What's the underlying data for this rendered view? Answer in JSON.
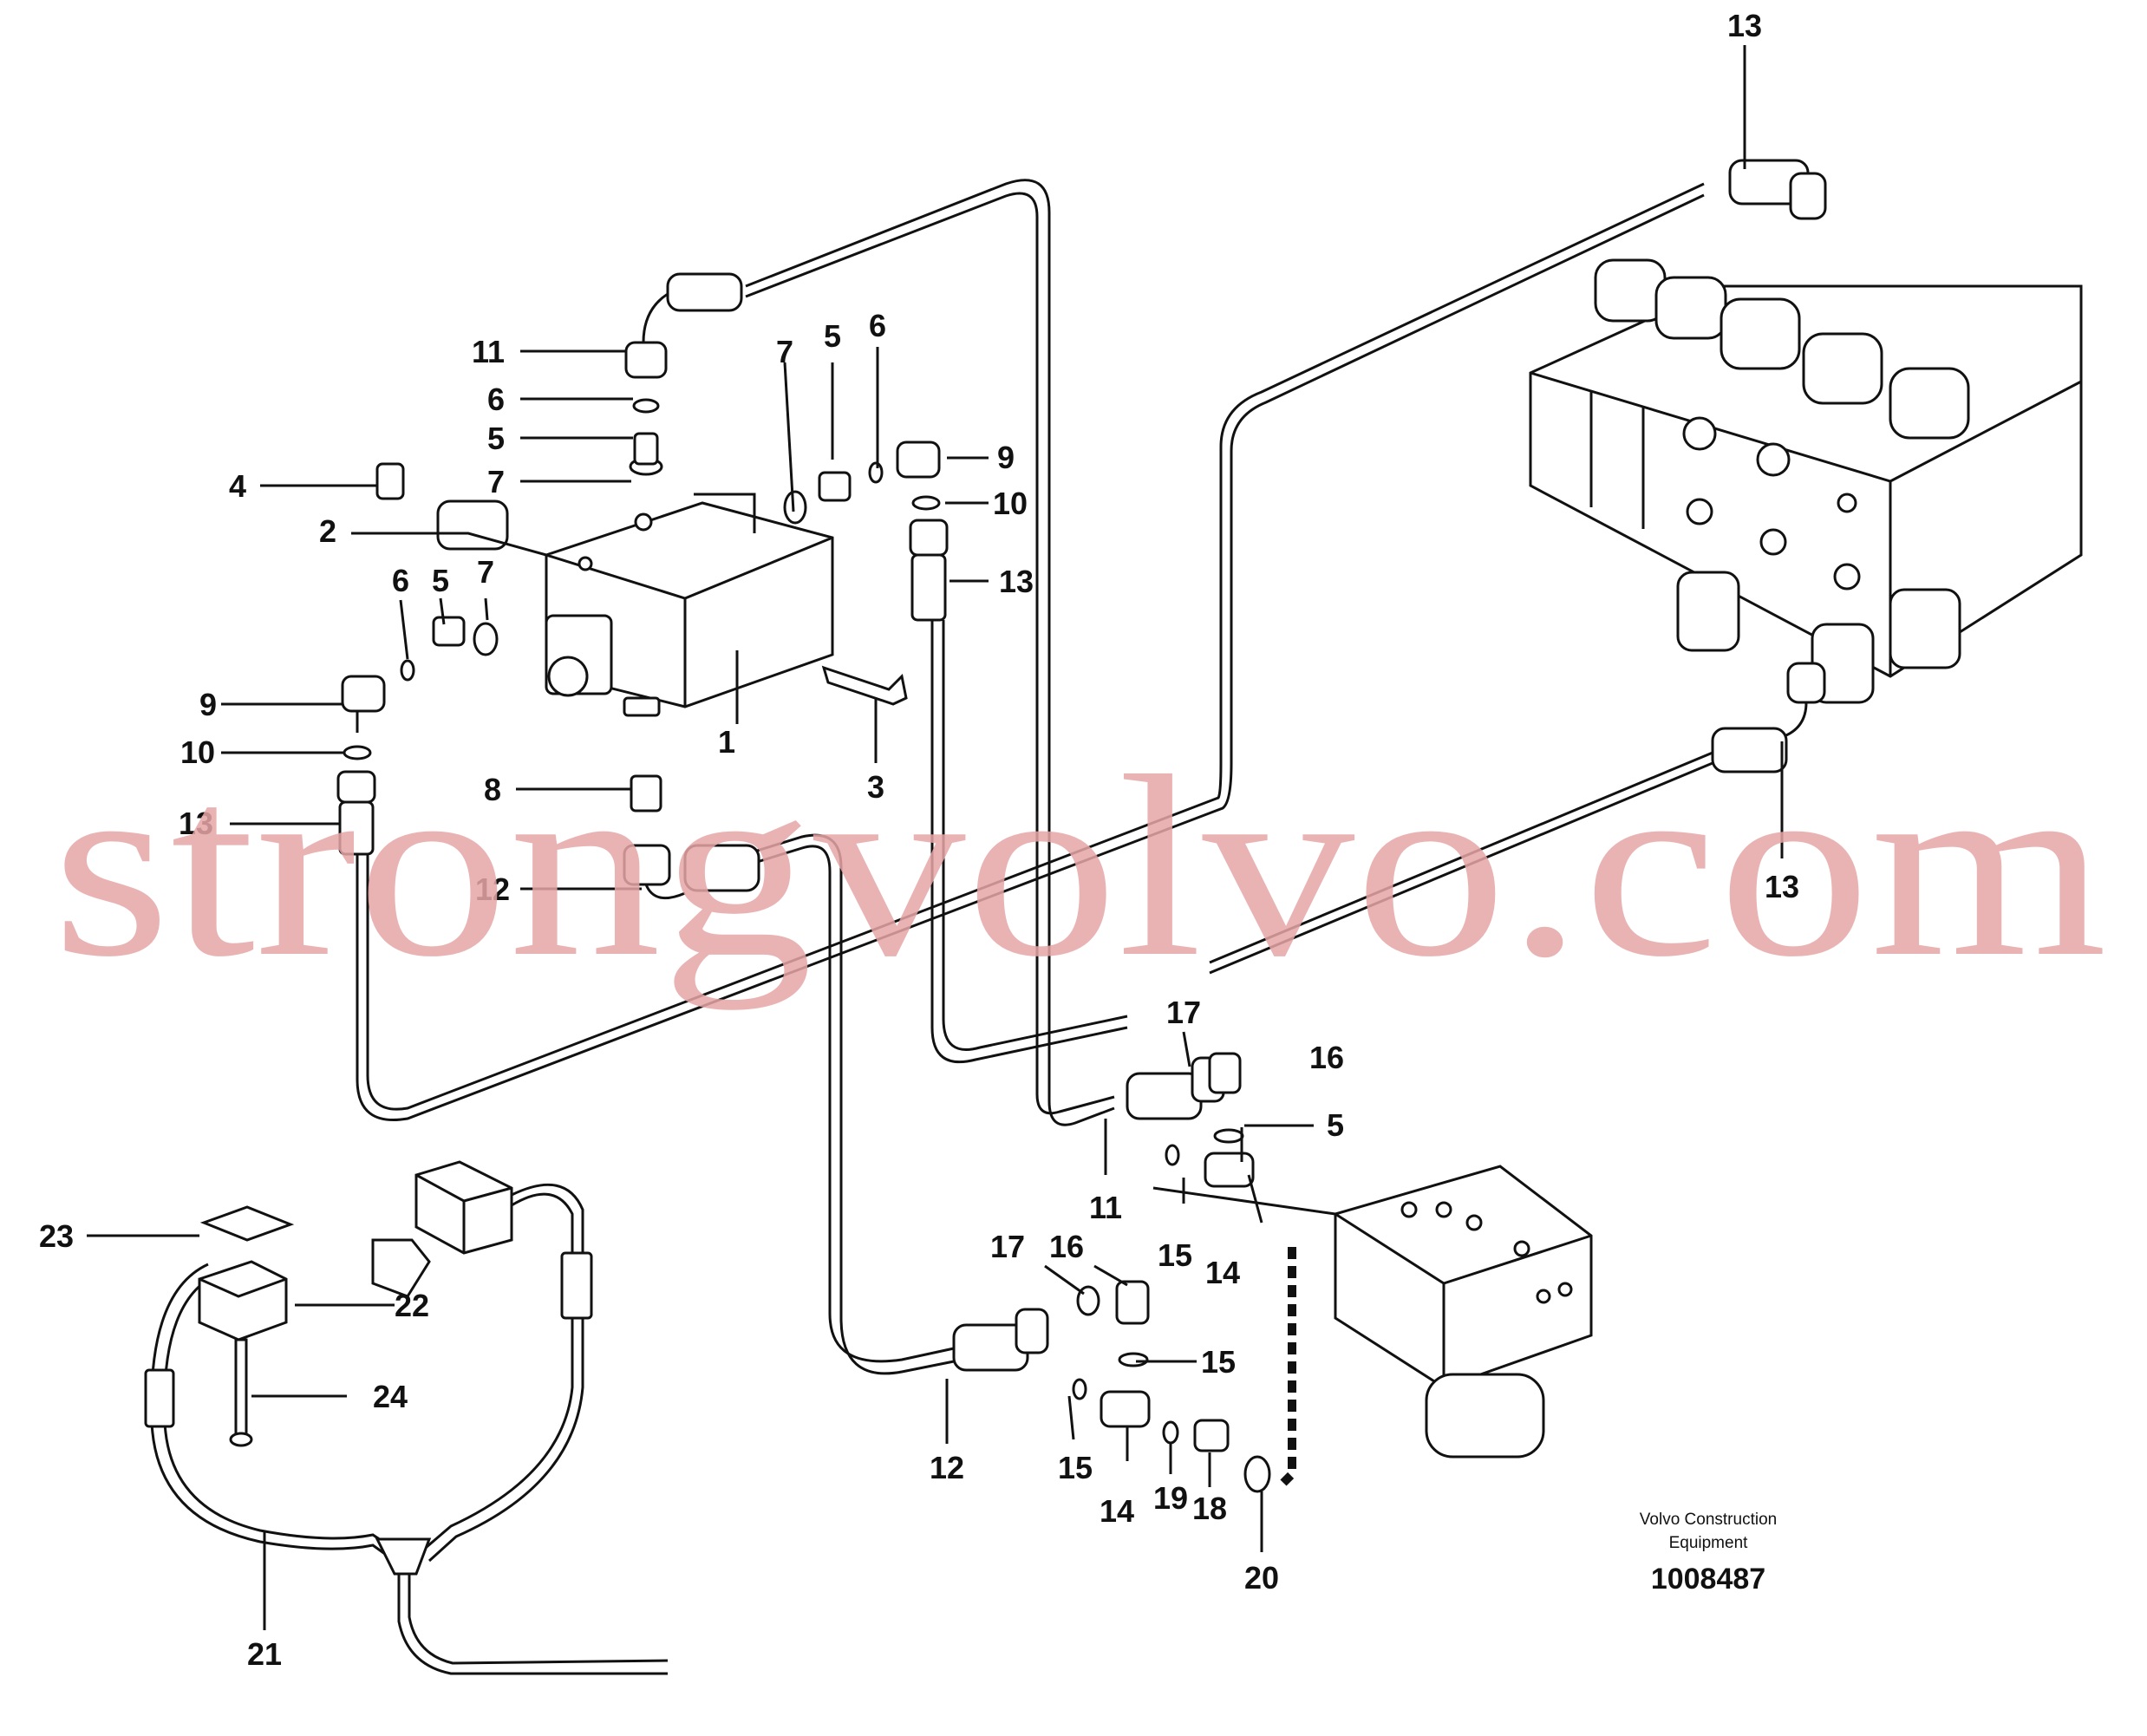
{
  "watermark": "strongvolvo.com",
  "caption": {
    "line1": "Volvo Construction",
    "line2": "Equipment",
    "doc_number": "1008487"
  },
  "callout_numbers": [
    "1",
    "2",
    "3",
    "4",
    "5",
    "6",
    "7",
    "8",
    "9",
    "10",
    "11",
    "12",
    "13",
    "14",
    "15",
    "16",
    "17",
    "18",
    "19",
    "20",
    "21",
    "22",
    "23",
    "24"
  ]
}
